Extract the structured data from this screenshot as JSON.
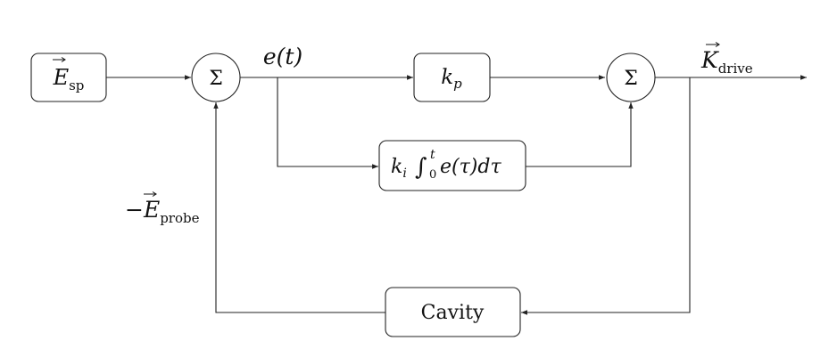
{
  "blocks": {
    "setpoint": {
      "symbol": "E",
      "subscript": "sp"
    },
    "sum1": {
      "symbol": "Σ"
    },
    "proportional": {
      "symbol": "k",
      "subscript": "p"
    },
    "integral": {
      "coef": "k",
      "coef_sub": "i",
      "integral": "∫",
      "lower": "0",
      "upper": "t",
      "body": "e(τ)dτ"
    },
    "sum2": {
      "symbol": "Σ"
    },
    "cavity": {
      "label": "Cavity"
    }
  },
  "signals": {
    "error": {
      "text": "e(t)"
    },
    "drive": {
      "symbol": "K",
      "subscript": "drive"
    },
    "probe": {
      "sign": "−",
      "symbol": "E",
      "subscript": "probe"
    }
  }
}
